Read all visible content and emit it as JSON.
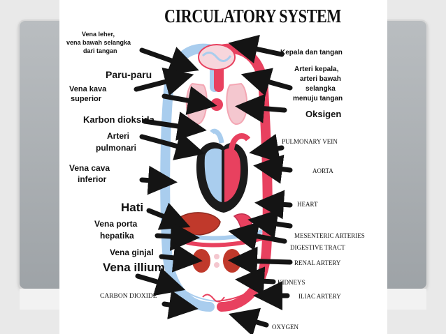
{
  "title": "CIRCULATORY SYSTEM",
  "left_labels": {
    "vena_leher": "Vena leher,",
    "vena_bawah": "vena bawah selangka",
    "dari_tangan": "dari tangan",
    "paru_paru": "Paru-paru",
    "vena_kava_1": "Vena kava",
    "vena_kava_2": "superior",
    "karbon_dioksida": "Karbon dioksida",
    "arteri_pul_1": "Arteri",
    "arteri_pul_2": "pulmonari",
    "vena_cava_inf_1": "Vena cava",
    "vena_cava_inf_2": "inferior",
    "hati": "Hati",
    "vena_porta_1": "Vena porta",
    "vena_porta_2": "hepatika",
    "vena_ginjal": "Vena ginjal",
    "vena_illium": "Vena illium",
    "carbon_dioxide": "CARBON DIOXIDE"
  },
  "right_labels": {
    "kepala": "Kepala dan tangan",
    "arteri_kepala_1": "Arteri kepala,",
    "arteri_kepala_2": "arteri bawah",
    "arteri_kepala_3": "selangka",
    "arteri_kepala_4": "menuju tangan",
    "oksigen": "Oksigen",
    "pulmonary_vein": "PULMONARY VEIN",
    "aorta": "AORTA",
    "heart": "HEART",
    "mesenteric": "MESENTERIC ARTERIES",
    "digestive": "DIGESTIVE TRACT",
    "renal": "RENAL ARTERY",
    "kidneys": "KIDNEYS",
    "iliac": "ILIAC ARTERY",
    "oxygen": "OXYGEN"
  },
  "colors": {
    "deoxygenated": "#a9cdee",
    "oxygenated": "#e8415f",
    "heart_dark": "#1b1b1b",
    "liver": "#c0392b",
    "lungs": "#f4c7cf",
    "arrows": "#141414"
  }
}
